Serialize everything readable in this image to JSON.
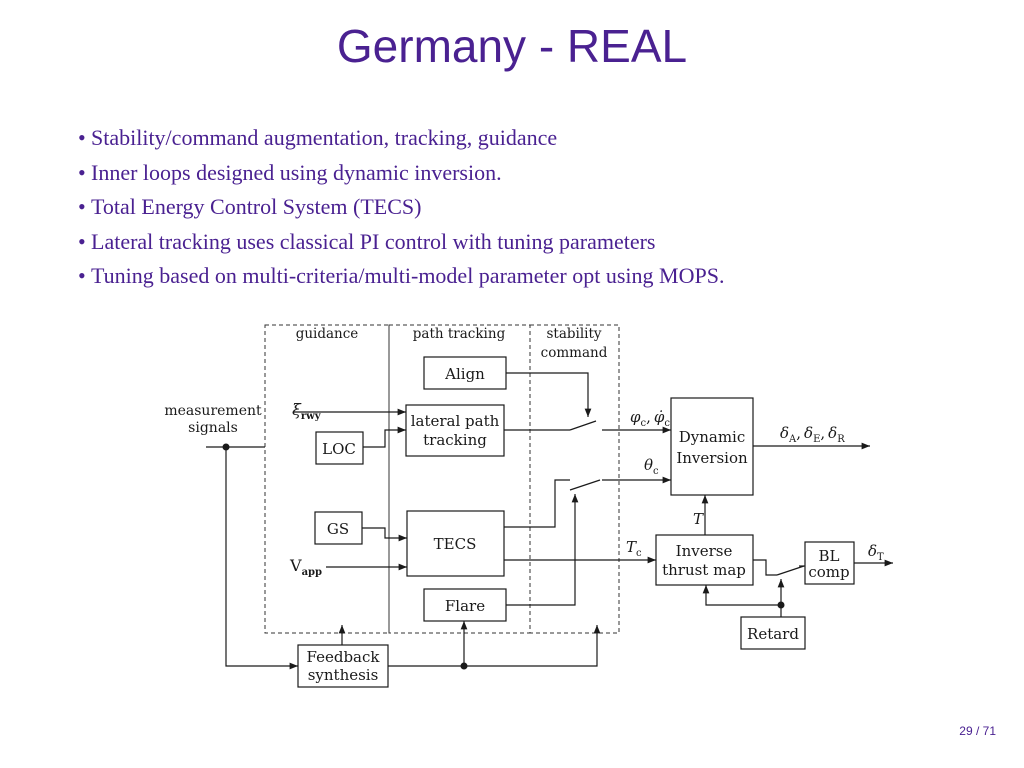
{
  "slide": {
    "title": "Germany - REAL",
    "bullets": [
      "Stability/command augmentation, tracking, guidance",
      "Inner loops designed using dynamic inversion.",
      "Total Energy Control System (TECS)",
      "Lateral tracking uses classical PI control with tuning parameters",
      "Tuning based on multi-criteria/multi-model parameter opt using MOPS."
    ],
    "page_number": "29 / 71"
  },
  "diagram": {
    "regions": {
      "guidance": "guidance",
      "path_tracking": "path tracking",
      "stability_command_line1": "stability",
      "stability_command_line2": "command"
    },
    "blocks": {
      "align": "Align",
      "lateral_path_tracking_line1": "lateral path",
      "lateral_path_tracking_line2": "tracking",
      "loc": "LOC",
      "gs": "GS",
      "tecs": "TECS",
      "flare": "Flare",
      "dynamic_inversion_line1": "Dynamic",
      "dynamic_inversion_line2": "Inversion",
      "inverse_thrust_map_line1": "Inverse",
      "inverse_thrust_map_line2": "thrust map",
      "bl_comp_line1": "BL",
      "bl_comp_line2": "comp",
      "retard": "Retard",
      "feedback_synthesis_line1": "Feedback",
      "feedback_synthesis_line2": "synthesis"
    },
    "signals": {
      "measurement_line1": "measurement",
      "measurement_line2": "signals",
      "xi_base": "ξ",
      "xi_sub": "rwy",
      "v_base": "V",
      "v_sub": "app",
      "phi_label": "φ",
      "phi_sub": "c",
      "phi_sep": ",",
      "phi_dot": "φ̇",
      "theta_base": "θ",
      "theta_sub": "c",
      "t_label": "T",
      "tc_base": "T",
      "tc_sub": "c",
      "delta_a": "δ",
      "delta_a_sub": "A",
      "delta_e": "δ",
      "delta_e_sub": "E",
      "delta_r": "δ",
      "delta_r_sub": "R",
      "delta_t": "δ",
      "delta_t_sub": "T",
      "sep": ","
    }
  }
}
